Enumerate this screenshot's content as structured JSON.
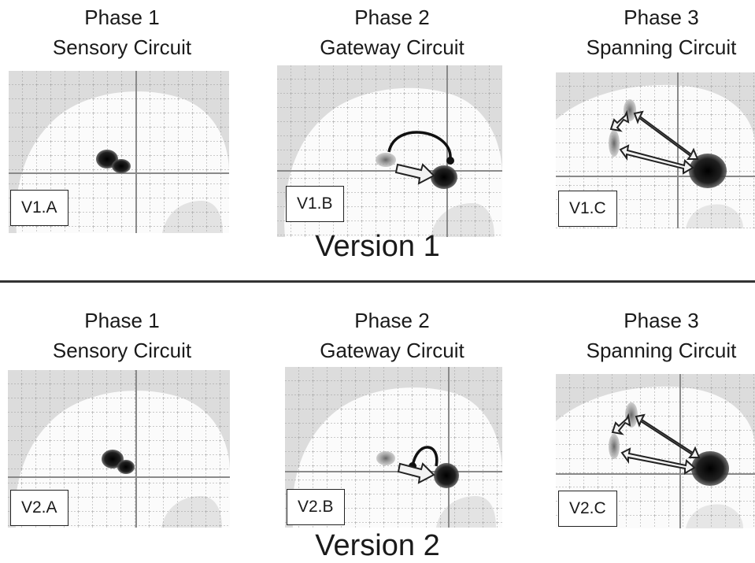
{
  "version1": {
    "title": "Version 1",
    "phases": [
      {
        "phase": "Phase 1",
        "circuit": "Sensory Circuit",
        "tag": "V1.A"
      },
      {
        "phase": "Phase 2",
        "circuit": "Gateway Circuit",
        "tag": "V1.B"
      },
      {
        "phase": "Phase 3",
        "circuit": "Spanning Circuit",
        "tag": "V1.C"
      }
    ]
  },
  "version2": {
    "title": "Version 2",
    "phases": [
      {
        "phase": "Phase 1",
        "circuit": "Sensory Circuit",
        "tag": "V2.A"
      },
      {
        "phase": "Phase 2",
        "circuit": "Gateway Circuit",
        "tag": "V2.B"
      },
      {
        "phase": "Phase 3",
        "circuit": "Spanning Circuit",
        "tag": "V2.C"
      }
    ]
  },
  "colors": {
    "background": "#ffffff",
    "panel": "#dedede",
    "brain": "#fbfbfb",
    "activation": "#111111",
    "arrow_fill": "#f2f2f2",
    "arrow_stroke": "#222222"
  }
}
